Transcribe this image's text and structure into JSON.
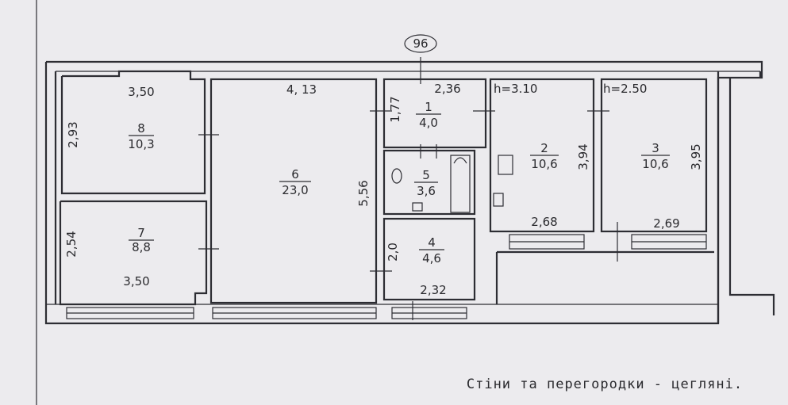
{
  "building_number": "96",
  "rooms": [
    {
      "id": "room-8",
      "number": "8",
      "area": "10,3",
      "width": "3,50",
      "depth": "2,93"
    },
    {
      "id": "room-7",
      "number": "7",
      "area": "8,8",
      "width": "3,50",
      "depth": "2,54"
    },
    {
      "id": "room-6",
      "number": "6",
      "area": "23,0",
      "width": "4, 13",
      "depth": "5,56"
    },
    {
      "id": "room-1",
      "number": "1",
      "area": "4,0",
      "width": "2,36",
      "depth": "1,77"
    },
    {
      "id": "room-5",
      "number": "5",
      "area": "3,6"
    },
    {
      "id": "room-4",
      "number": "4",
      "area": "4,6",
      "width": "2,32",
      "depth": "2,0"
    },
    {
      "id": "room-2",
      "number": "2",
      "area": "10,6",
      "width": "2,68",
      "depth": "3,94",
      "height": "h=3.10"
    },
    {
      "id": "room-3",
      "number": "3",
      "area": "10,6",
      "width": "2,69",
      "depth": "3,95",
      "height": "h=2.50"
    }
  ],
  "note": "Стіни та перегородки - цегляні."
}
